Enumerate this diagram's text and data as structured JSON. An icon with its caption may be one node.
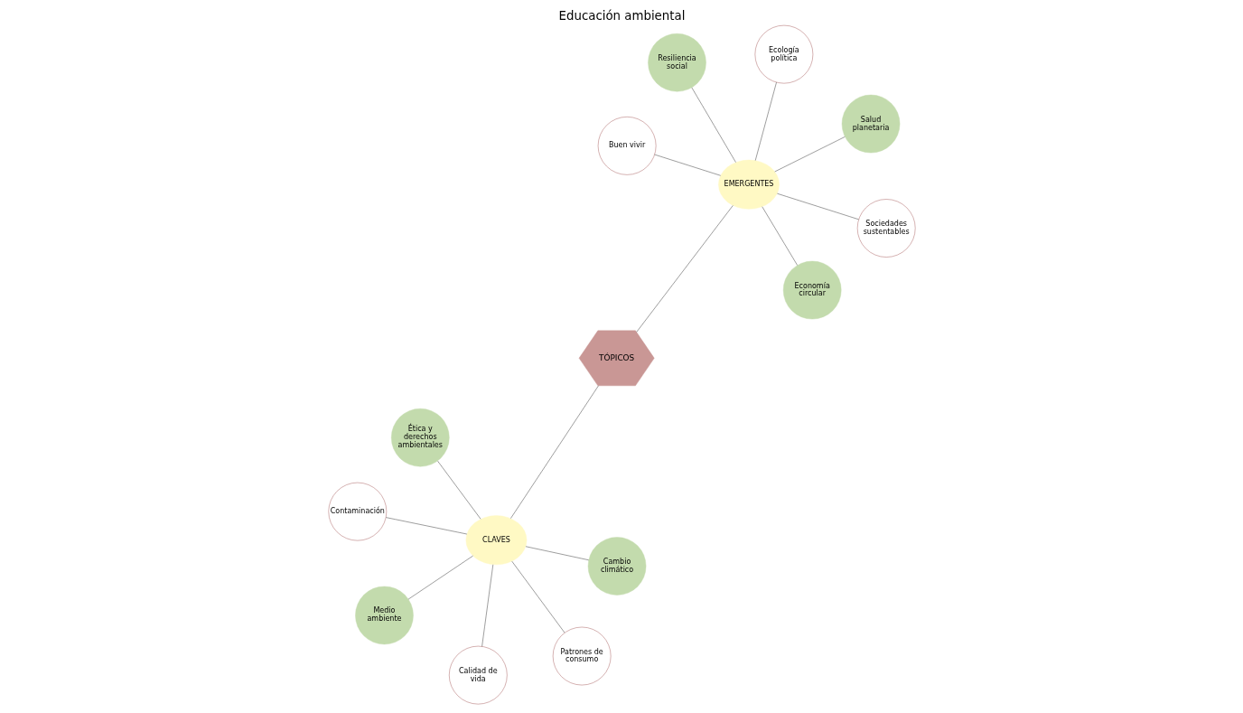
{
  "diagram": {
    "title": "Educación ambiental",
    "nodes": [
      {
        "text": [
          "TÓPICOS"
        ]
      },
      {
        "text": [
          "CLAVES"
        ]
      },
      {
        "text": [
          "Calidad de vida"
        ]
      },
      {
        "text": [
          "Ética y derechos ambientales"
        ]
      },
      {
        "text": [
          "Cambio climático"
        ]
      },
      {
        "text": [
          "Contaminación"
        ]
      },
      {
        "text": [
          "Medio ambiente"
        ]
      },
      {
        "text": [
          "Patrones de consumo"
        ]
      },
      {
        "text": [
          "EMERGENTES"
        ]
      },
      {
        "text": [
          "Sociedades sustentables"
        ]
      },
      {
        "text": [
          "Economía circular"
        ]
      },
      {
        "text": [
          "Buen vivir"
        ]
      },
      {
        "text": [
          "Salud planetaria"
        ]
      },
      {
        "text": [
          "Ecología política"
        ]
      },
      {
        "text": [
          "Resiliencia social"
        ]
      }
    ],
    "edges": [
      {
        "from": 1,
        "to": 0,
        "arrow": "none"
      },
      {
        "from": 0,
        "to": 8,
        "arrow": "none"
      },
      {
        "from": 1,
        "to": 2,
        "arrow": "none"
      },
      {
        "from": 1,
        "to": 3,
        "arrow": "none"
      },
      {
        "from": 1,
        "to": 4,
        "arrow": "none"
      },
      {
        "from": 1,
        "to": 5,
        "arrow": "none"
      },
      {
        "from": 1,
        "to": 6,
        "arrow": "none"
      },
      {
        "from": 1,
        "to": 7,
        "arrow": "none"
      },
      {
        "from": 8,
        "to": 9,
        "arrow": "none"
      },
      {
        "from": 8,
        "to": 10,
        "arrow": "none"
      },
      {
        "from": 8,
        "to": 11,
        "arrow": "none"
      },
      {
        "from": 8,
        "to": 12,
        "arrow": "none"
      },
      {
        "from": 8,
        "to": 13,
        "arrow": "none"
      },
      {
        "from": 8,
        "to": 14,
        "arrow": "none"
      }
    ]
  }
}
